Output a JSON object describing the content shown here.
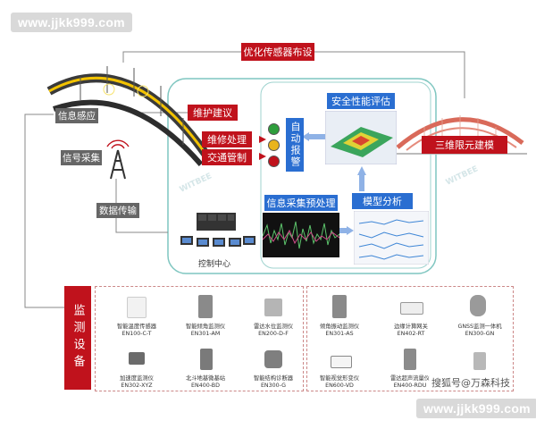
{
  "watermark_top": "www.jjkk999.com",
  "watermark_bottom": "www.jjkk999.com",
  "source_tag": "搜狐号@万森科技",
  "labels": {
    "optimize": "优化传感器布设",
    "maintain": "维护建议",
    "repair": "维修处理",
    "traffic": "交通管制",
    "auto_alarm": "自动报警",
    "safety": "安全性能评估",
    "fem": "三维限元建模",
    "model": "模型分析",
    "preprocess": "信息采集预处理",
    "sense": "信息感应",
    "collect": "信号采集",
    "transfer": "数据传输",
    "control": "控制中心",
    "monitor": "监测设备",
    "brand": "WITBEE"
  },
  "devices_left": [
    {
      "name": "智能温度传感器",
      "model": "EN100-C-T"
    },
    {
      "name": "智能倾角监测仪",
      "model": "EN301-AM"
    },
    {
      "name": "雷达水位监测仪",
      "model": "EN200-D-F"
    },
    {
      "name": "加速度监测仪",
      "model": "EN302-XYZ"
    },
    {
      "name": "北斗地基微基站",
      "model": "EN400-BD"
    },
    {
      "name": "智能结构诊断器",
      "model": "EN300-G"
    }
  ],
  "devices_right": [
    {
      "name": "倾角振动监测仪",
      "model": "EN301-AS"
    },
    {
      "name": "边缘计算网关",
      "model": "EN402-RT"
    },
    {
      "name": "GNSS监测一体机",
      "model": "EN300-GN"
    },
    {
      "name": "智能视觉形变仪",
      "model": "EN600-VD"
    },
    {
      "name": "雷达超声流量仪",
      "model": "EN400-RDU"
    },
    {
      "name": "",
      "model": ""
    }
  ],
  "colors": {
    "accent_red": "#c0121c",
    "accent_blue": "#2a6ed1",
    "teal_border": "#7fc6c0",
    "grey_label": "#666666"
  }
}
